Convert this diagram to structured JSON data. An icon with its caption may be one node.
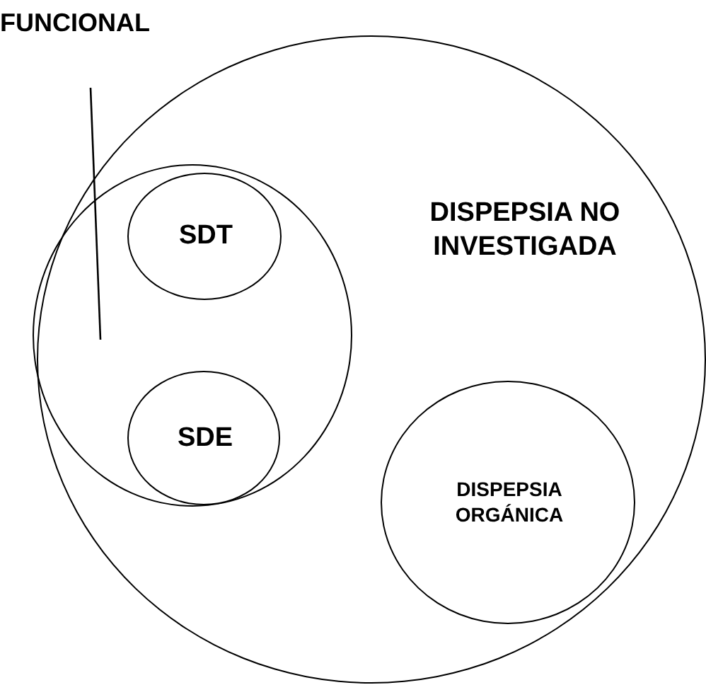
{
  "diagram": {
    "nodes": [
      {
        "text": [
          "DISPEPSIA NO INVESTIGADA"
        ]
      },
      {
        "text": [
          "FUNCIONAL"
        ]
      },
      {
        "text": [],
        "shape": "circle",
        "in": 0
      },
      {
        "text": [
          "SDT"
        ],
        "in": 2
      },
      {
        "text": [
          "SDE"
        ],
        "in": 2
      },
      {
        "text": [
          "DISPEPSIA ORGÁNICA"
        ],
        "in": 0
      }
    ],
    "edges": [
      {
        "from": 1,
        "to": 2,
        "arrow": "none"
      }
    ]
  }
}
